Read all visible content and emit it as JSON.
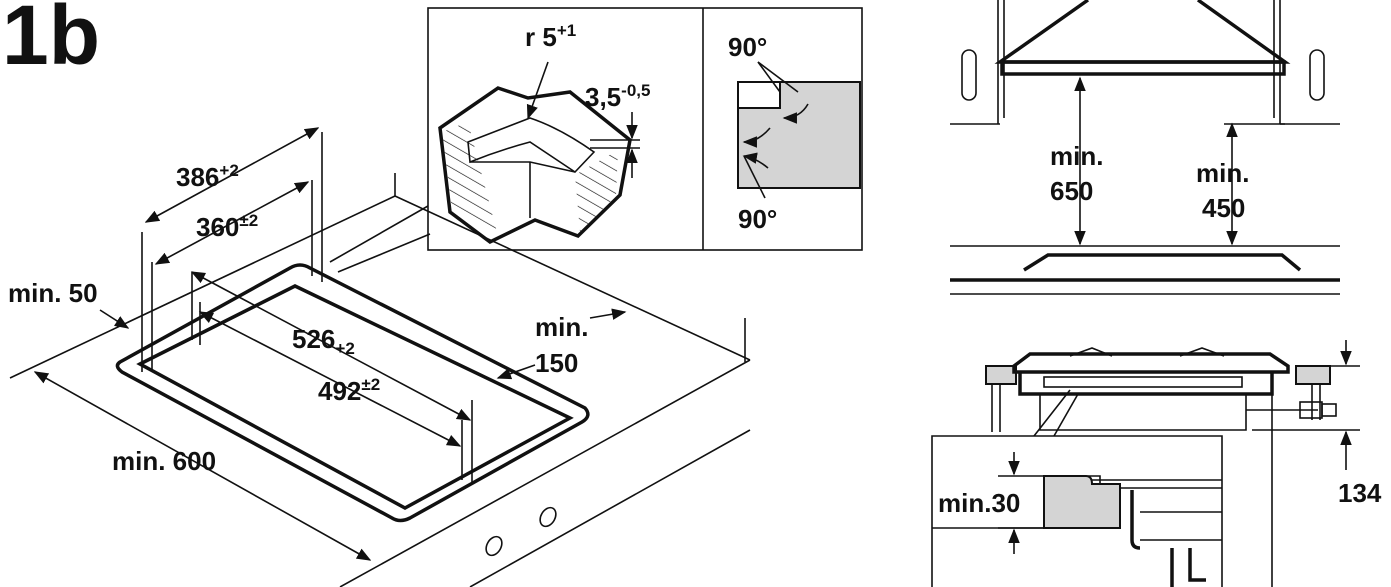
{
  "figure_label": "1b",
  "left_diagram": {
    "dim_width_outer": {
      "value": "386",
      "tol": "+2"
    },
    "dim_width_inner": {
      "value": "360",
      "tol": "±2"
    },
    "dim_depth_outer": {
      "value": "526",
      "tol": "+2"
    },
    "dim_depth_inner": {
      "value": "492",
      "tol": "±2"
    },
    "min_front": "min. 50",
    "min_back_line1": "min.",
    "min_back_line2": "150",
    "min_worktop": "min. 600"
  },
  "detail_inset": {
    "radius": {
      "value": "r 5",
      "tol": "+1"
    },
    "thickness": {
      "value": "3,5",
      "tol": "-0,5"
    },
    "angle_top": "90°",
    "angle_bottom": "90°"
  },
  "right_top": {
    "min_hood_line1": "min.",
    "min_hood_line2": "650",
    "min_cabinet_line1": "min.",
    "min_cabinet_line2": "450"
  },
  "right_bottom": {
    "height": "134",
    "min_depth": "min.30"
  }
}
